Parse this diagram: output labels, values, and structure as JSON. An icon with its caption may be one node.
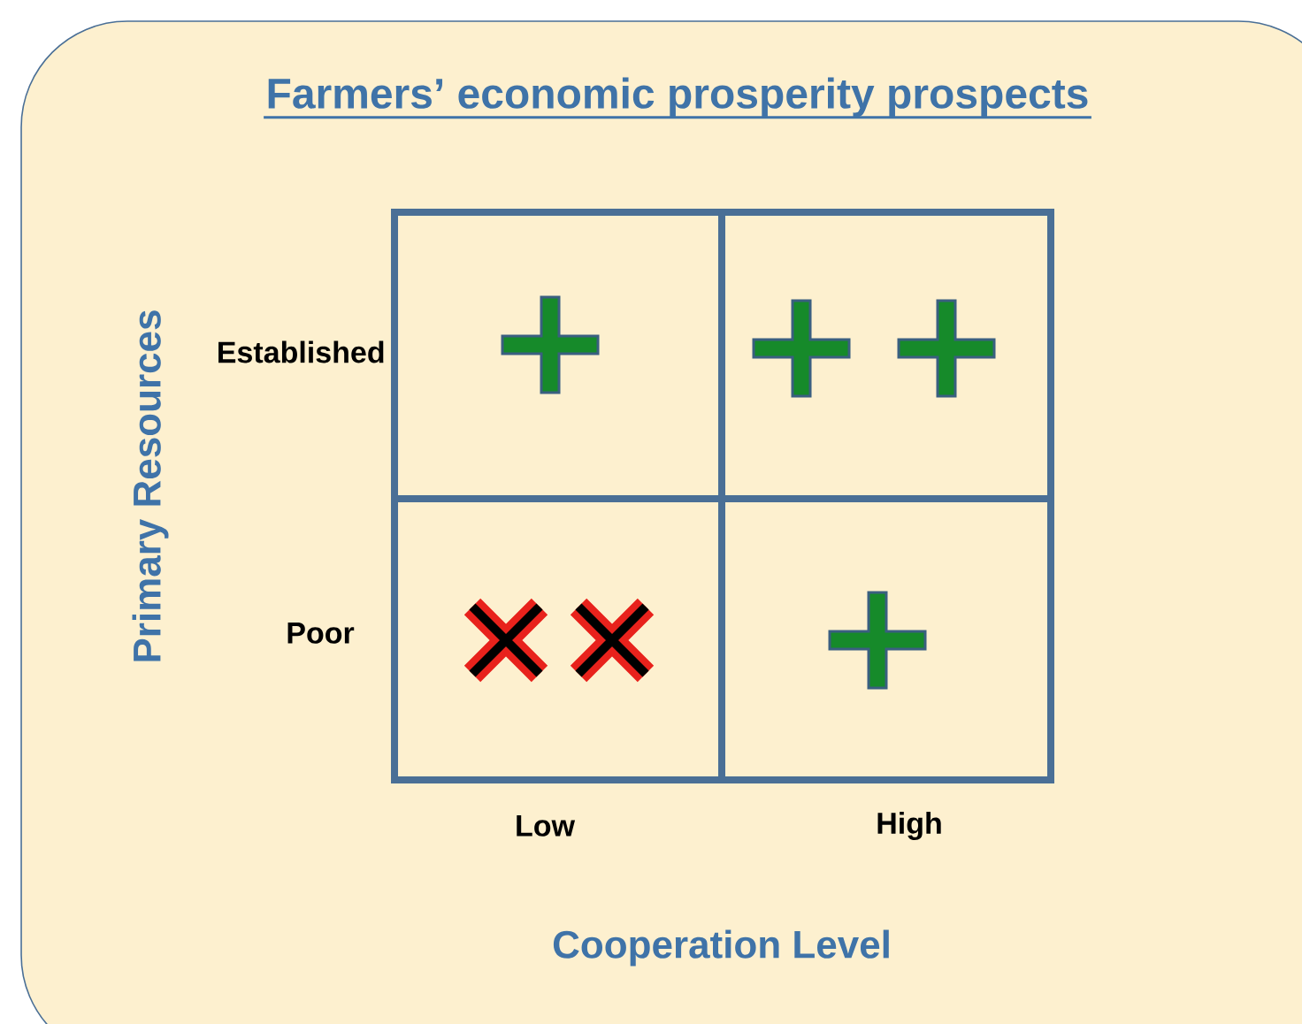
{
  "diagram": {
    "title": "Farmers’ economic prosperity prospects",
    "labels": [
      "Primary Resources",
      "Established",
      "Poor",
      "Low",
      "High",
      "Cooperation Level"
    ]
  }
}
